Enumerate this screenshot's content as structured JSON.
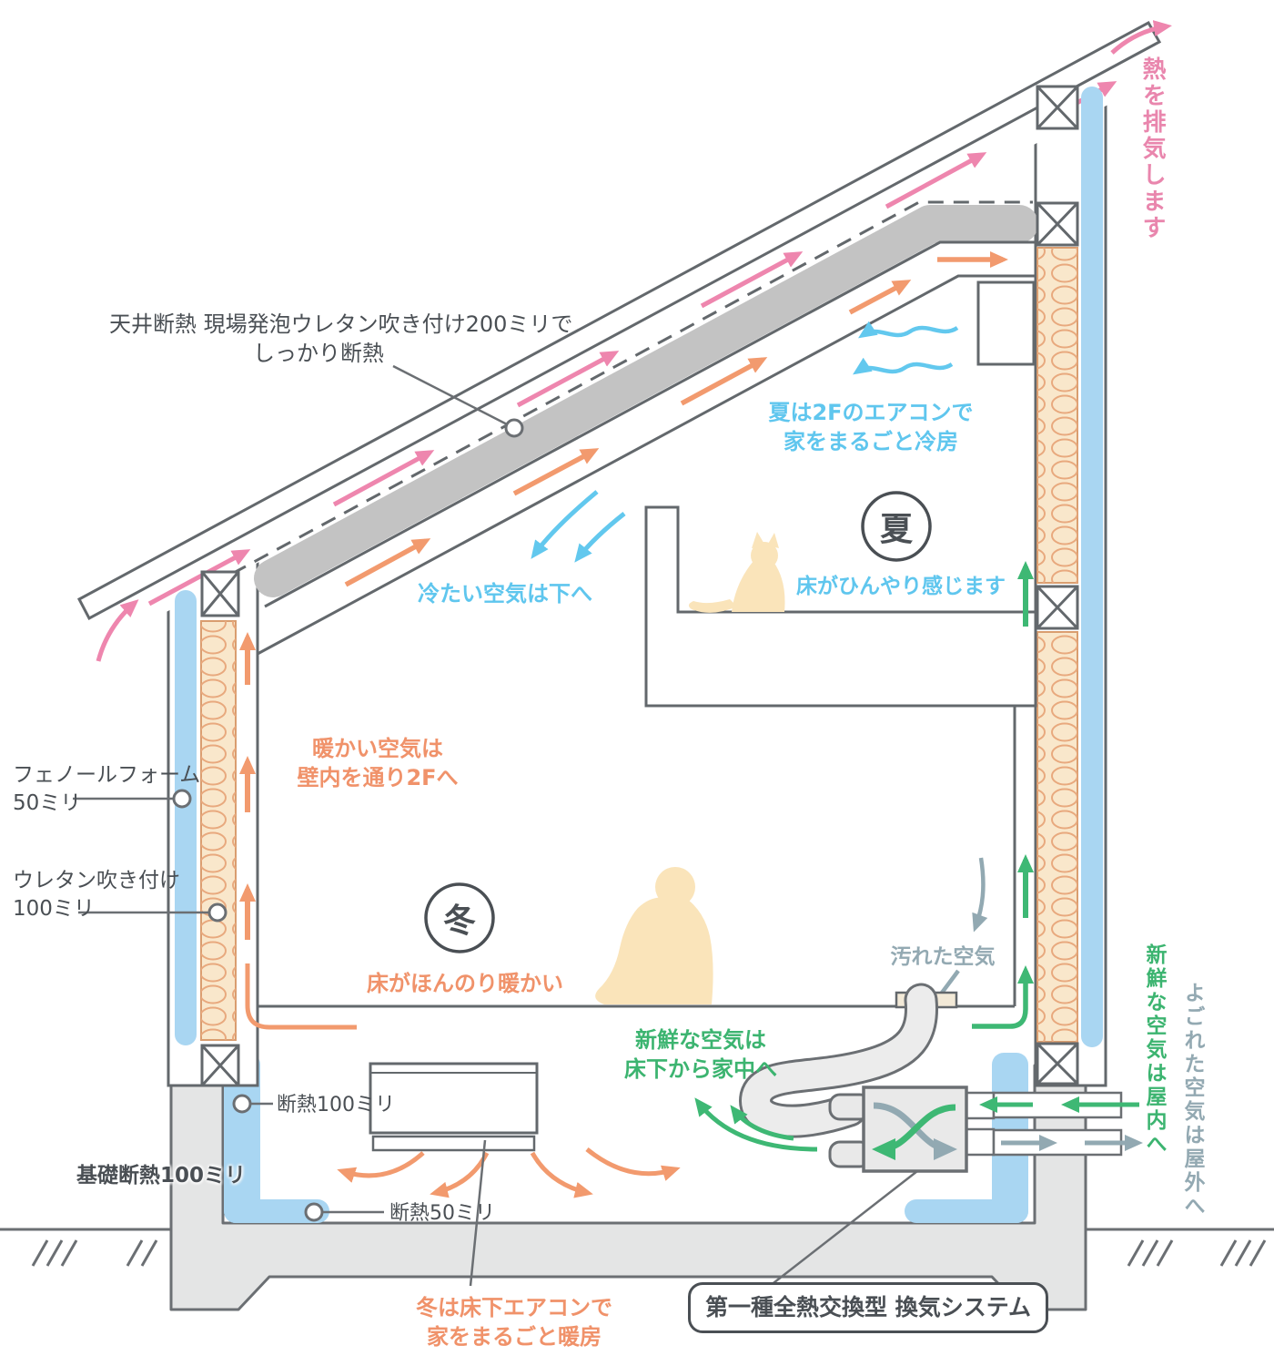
{
  "diagram": {
    "ceiling_note": {
      "line1": "天井断熱 現場発泡ウレタン吹き付け200ミリで",
      "line2": "しっかり断熱"
    },
    "roof": {
      "heat_exhaust": "熱を排気します"
    },
    "summer": {
      "badge": "夏",
      "ac_note_line1": "夏は2Fのエアコンで",
      "ac_note_line2": "家をまるごと冷房",
      "cold_air_down": "冷たい空気は下へ",
      "floor_note": "床がひんやり感じます"
    },
    "winter": {
      "badge": "冬",
      "wall_air_line1": "暖かい空気は",
      "wall_air_line2": "壁内を通り2Fへ",
      "floor_note": "床がほんのり暖かい",
      "heating_line1": "冬は床下エアコンで",
      "heating_line2": "家をまるごと暖房"
    },
    "insulation": {
      "phenol_line1": "フェノールフォーム",
      "phenol_line2": "50ミリ",
      "urethane_line1": "ウレタン吹き付け",
      "urethane_line2": "100ミリ",
      "floor_100": "断熱100ミリ",
      "floor_50": "断熱50ミリ",
      "foundation": "基礎断熱100ミリ"
    },
    "ventilation": {
      "dirty_air": "汚れた空気",
      "fresh_line1": "新鮮な空気は",
      "fresh_line2": "床下から家中へ",
      "fresh_in_vertical": "新鮮な空気は屋内へ",
      "dirty_out_vertical": "よごれた空気は屋外へ",
      "system_line1": "第一種全熱交換型",
      "system_line2": "換気システム"
    },
    "colors": {
      "line": "#63686c",
      "pink": "#ee86ae",
      "orange": "#f29a6e",
      "cyan": "#62c8ee",
      "green": "#3eb874",
      "gray_blue": "#92a9b2",
      "insulation_blue": "#a9d6f2",
      "batt_fill": "#f9e7cb",
      "roof_insulation": "#c3c3c3",
      "concrete": "#e4e5e5",
      "silhouette": "#fae4ba"
    }
  }
}
